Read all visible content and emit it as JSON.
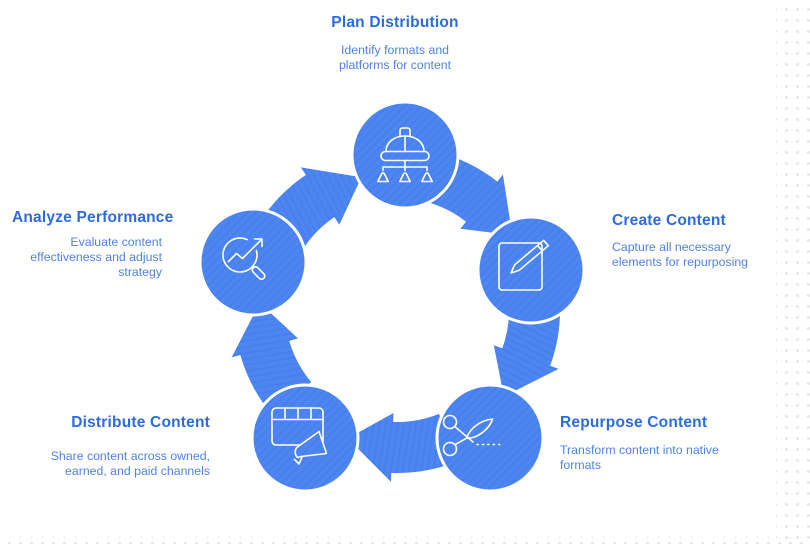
{
  "page": {
    "background": "#ffffff"
  },
  "diagram": {
    "type": "cycle",
    "direction": "clockwise",
    "colors": {
      "node_fill": "#4e86f1",
      "node_stripe": "#4379ea",
      "node_outline": "#ffffff",
      "icon_stroke": "#ffffff",
      "title_text": "#2c6be2",
      "description_text": "#4f83e8",
      "dot_pattern": "#e8e8e8"
    },
    "stages": [
      {
        "position": "top",
        "title": "Plan Distribution",
        "description": "Identify formats and platforms for content",
        "icon": "hard-hat-plan-icon"
      },
      {
        "position": "right",
        "title": "Create Content",
        "description": "Capture all necessary elements for repurposing",
        "icon": "pencil-note-icon"
      },
      {
        "position": "bottom-right",
        "title": "Repurpose Content",
        "description": "Transform content into native formats",
        "icon": "scissors-cut-icon"
      },
      {
        "position": "bottom-left",
        "title": "Distribute Content",
        "description": "Share content across owned, earned, and paid channels",
        "icon": "calendar-megaphone-icon"
      },
      {
        "position": "left",
        "title": "Analyze Performance",
        "description": "Evaluate content effectiveness and adjust strategy",
        "icon": "magnifier-trend-icon"
      }
    ]
  }
}
